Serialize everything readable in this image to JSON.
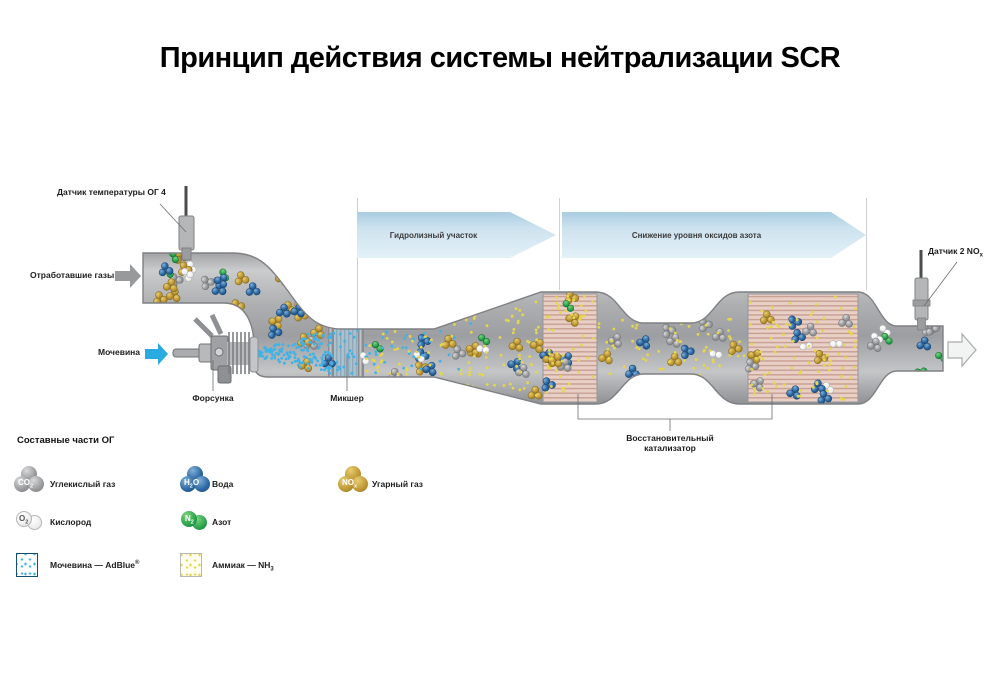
{
  "title": "Принцип действия системы нейтрализации SCR",
  "diagram": {
    "banners": [
      {
        "label": "Гидролизный участок"
      },
      {
        "label": "Снижение уровня оксидов азота"
      }
    ],
    "labels": {
      "temp_sensor": "Датчик температуры ОГ 4",
      "exhaust_gases": "Отработавшие газы",
      "urea": "Мочевина",
      "injector": "Форсунка",
      "mixer": "Микшер",
      "nox_sensor_main": "Датчик 2 NO",
      "nox_sensor_sub": "x",
      "catalyst_line1": "Восстановительный",
      "catalyst_line2": "катализатор"
    },
    "colors": {
      "co2": "#9a9b9d",
      "h2o": "#2766a3",
      "nox": "#c9a227",
      "n2": "#33a457",
      "o2": "#f4f5f5",
      "urea_dot": "#3eb3e8",
      "ammonia_dot": "#e6d64a",
      "banner_top": "#a9cde0",
      "banner_bottom": "#e3f1f8",
      "pipe": "#b2b3b5",
      "catalyst_stripe": "#c79e92",
      "catalyst_bg": "#e9d0c6",
      "urea_arrow": "#29abe2",
      "exhaust_arrow": "#97999b"
    }
  },
  "legend": {
    "header": "Составные части ОГ",
    "items": [
      {
        "id": "co2",
        "formula_main": "CO",
        "formula_sub": "2",
        "formula_tail": "",
        "label": "Углекислый газ"
      },
      {
        "id": "h2o",
        "formula_main": "H",
        "formula_sub": "2",
        "formula_tail": "O",
        "label": "Вода"
      },
      {
        "id": "nox",
        "formula_main": "NO",
        "formula_sub": "x",
        "formula_tail": "",
        "label": "Угарный газ"
      },
      {
        "id": "o2",
        "formula_main": "O",
        "formula_sub": "2",
        "formula_tail": "",
        "label": "Кислород"
      },
      {
        "id": "n2",
        "formula_main": "N",
        "formula_sub": "2",
        "formula_tail": "",
        "label": "Азот"
      },
      {
        "id": "urea",
        "label_main": "Мочевина — AdBlue",
        "label_sup": "®"
      },
      {
        "id": "ammonia",
        "label_main": "Аммиак — NH",
        "label_sub": "3"
      }
    ]
  }
}
